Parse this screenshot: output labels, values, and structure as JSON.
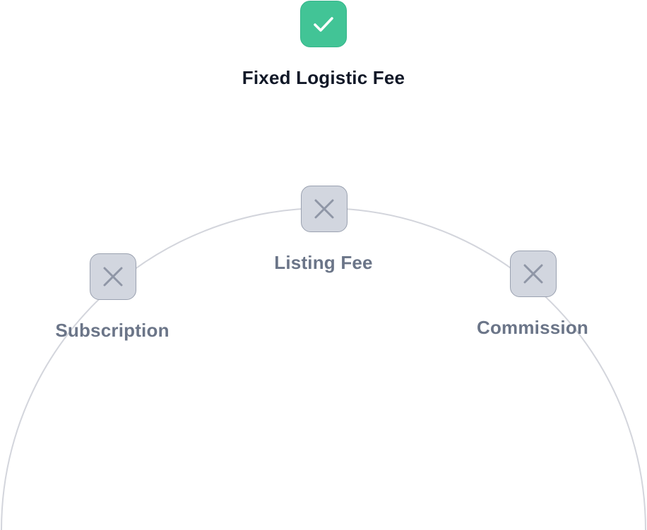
{
  "colors": {
    "active_fill": "#42c496",
    "active_glyph": "#ffffff",
    "inactive_fill": "#d2d6df",
    "inactive_glyph": "#8f96a6",
    "arc": "#d3d5dc",
    "active_text": "#111827",
    "inactive_text": "#6b7588"
  },
  "nodes": {
    "fixed_logistic_fee": {
      "label": "Fixed Logistic Fee",
      "status": "selected",
      "icon": "check-icon"
    },
    "listing_fee": {
      "label": "Listing Fee",
      "status": "unselected",
      "icon": "x-icon"
    },
    "subscription": {
      "label": "Subscription",
      "status": "unselected",
      "icon": "x-icon"
    },
    "commission": {
      "label": "Commission",
      "status": "unselected",
      "icon": "x-icon"
    }
  }
}
